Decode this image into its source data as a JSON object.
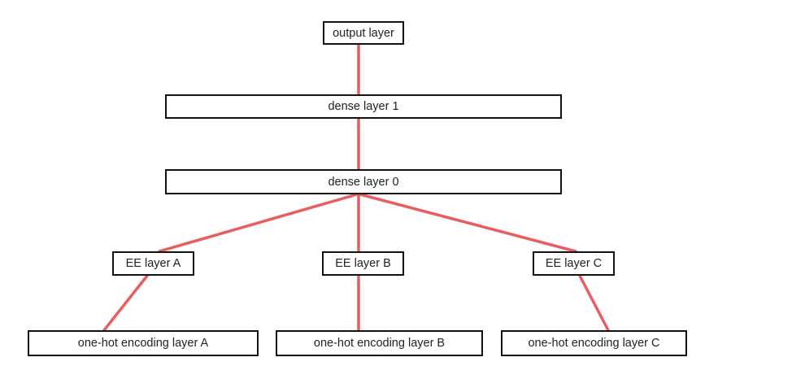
{
  "colors": {
    "edge": "#e85d5d",
    "box_border": "#111111",
    "text": "#222222"
  },
  "nodes": {
    "output": "output layer",
    "dense1": "dense layer 1",
    "dense0": "dense layer 0",
    "ee_a": "EE layer A",
    "ee_b": "EE layer B",
    "ee_c": "EE layer C",
    "onehot_a": "one-hot encoding layer A",
    "onehot_b": "one-hot encoding layer B",
    "onehot_c": "one-hot encoding layer C"
  }
}
